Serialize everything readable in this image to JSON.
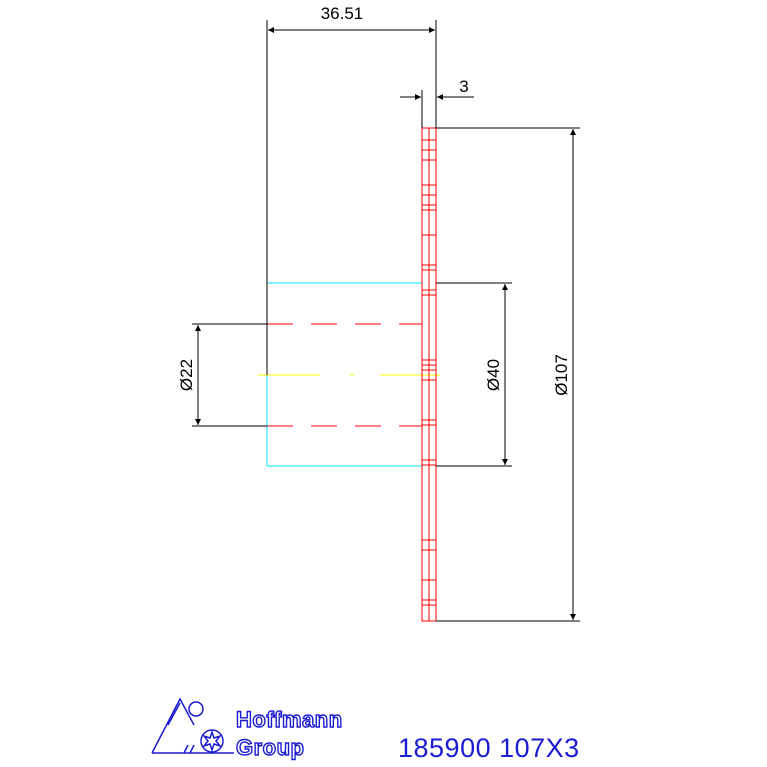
{
  "dimensions": {
    "width_overall": "36.51",
    "flange_thickness": "3",
    "bore_diameter": "Ø22",
    "hub_diameter": "Ø40",
    "outer_diameter": "Ø107"
  },
  "title_block": {
    "part_number": "185900 107X3",
    "brand_line1": "Hoffmann",
    "brand_line2": "Group"
  },
  "colors": {
    "dimension": "#000000",
    "blade": "#ff0000",
    "hub_outline": "#00e5ff",
    "centerline": "#ffff00",
    "brand": "#1b1bd1"
  },
  "icons": {
    "logo": "hoffmann-group-logo-icon"
  }
}
